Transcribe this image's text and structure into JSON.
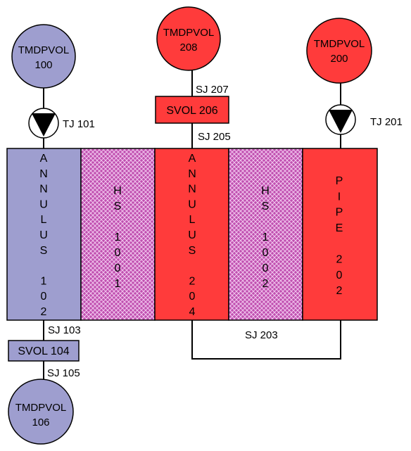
{
  "colors": {
    "blue_fill": "#9e9ecf",
    "red_fill": "#ff3b3b",
    "hatch_bg": "#c050b0",
    "hatch_line": "#f2c6ee",
    "stroke": "#000000",
    "white": "#ffffff"
  },
  "tmdpvol_100": {
    "line1": "TMDPVOL",
    "line2": "100"
  },
  "tmdpvol_208": {
    "line1": "TMDPVOL",
    "line2": "208"
  },
  "tmdpvol_200": {
    "line1": "TMDPVOL",
    "line2": "200"
  },
  "tmdpvol_106": {
    "line1": "TMDPVOL",
    "line2": "106"
  },
  "tj_101": "TJ 101",
  "tj_201": "TJ 201",
  "sj_207": "SJ 207",
  "svol_206": "SVOL 206",
  "sj_205": "SJ 205",
  "sj_103": "SJ 103",
  "svol_104": "SVOL 104",
  "sj_105": "SJ 105",
  "sj_203": "SJ 203",
  "annulus_102": [
    "A",
    "N",
    "N",
    "U",
    "L",
    "U",
    "S",
    "",
    "1",
    "0",
    "2"
  ],
  "hs_1001": [
    "H",
    "S",
    "",
    "1",
    "0",
    "0",
    "1"
  ],
  "annulus_204": [
    "A",
    "N",
    "N",
    "U",
    "L",
    "U",
    "S",
    "",
    "2",
    "0",
    "4"
  ],
  "hs_1002": [
    "H",
    "S",
    "",
    "1",
    "0",
    "0",
    "2"
  ],
  "pipe_202": [
    "P",
    "I",
    "P",
    "E",
    "",
    "2",
    "0",
    "2"
  ]
}
